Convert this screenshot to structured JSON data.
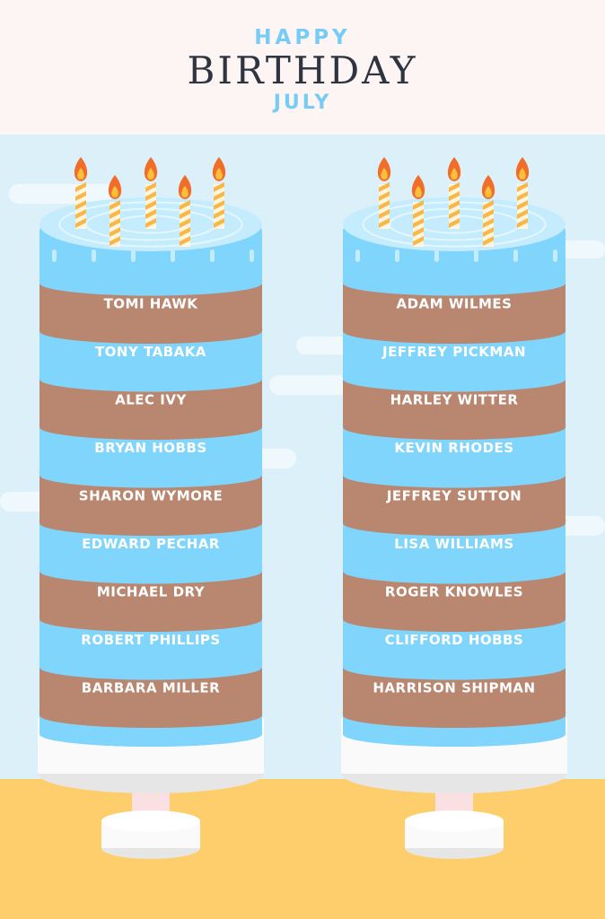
{
  "header": {
    "happy": "HAPPY",
    "birthday": "BIRTHDAY",
    "month": "JULY"
  },
  "cakes": [
    {
      "names": [
        "TOMI HAWK",
        "TONY TABAKA",
        "ALEC IVY",
        "BRYAN HOBBS",
        "SHARON WYMORE",
        "EDWARD PECHAR",
        "MICHAEL DRY",
        "ROBERT PHILLIPS",
        "BARBARA MILLER"
      ]
    },
    {
      "names": [
        "ADAM WILMES",
        "JEFFREY PICKMAN",
        "HARLEY WITTER",
        "KEVIN RHODES",
        "JEFFREY SUTTON",
        "LISA WILLIAMS",
        "ROGER KNOWLES",
        "CLIFFORD HOBBS",
        "HARRISON SHIPMAN"
      ]
    }
  ],
  "colors": {
    "header_bg": "#fcf5f4",
    "sky": "#dcf0fa",
    "cloud": "#eef8fd",
    "ground": "#fdce6b",
    "blue_layer": "#7fd5fb",
    "blue_edge": "#c4ecfd",
    "brown_layer": "#b98670",
    "plate": "#fafafa",
    "plate_shadow": "#e6e6e6",
    "stand": "#fbe0e3",
    "title_dark": "#2e3440",
    "title_light": "#77ccf5",
    "flag_orange": "#f5a54c",
    "flag_green": "#20a36d",
    "flag_blue": "#8fd3f7",
    "flag_red": "#d8461b",
    "flag_yellow": "#fcd36a",
    "flame_outer": "#f06d2a",
    "flame_inner": "#fbbf3a",
    "candle_stripe": "#f8b849",
    "candle_base": "#fff6e1"
  }
}
